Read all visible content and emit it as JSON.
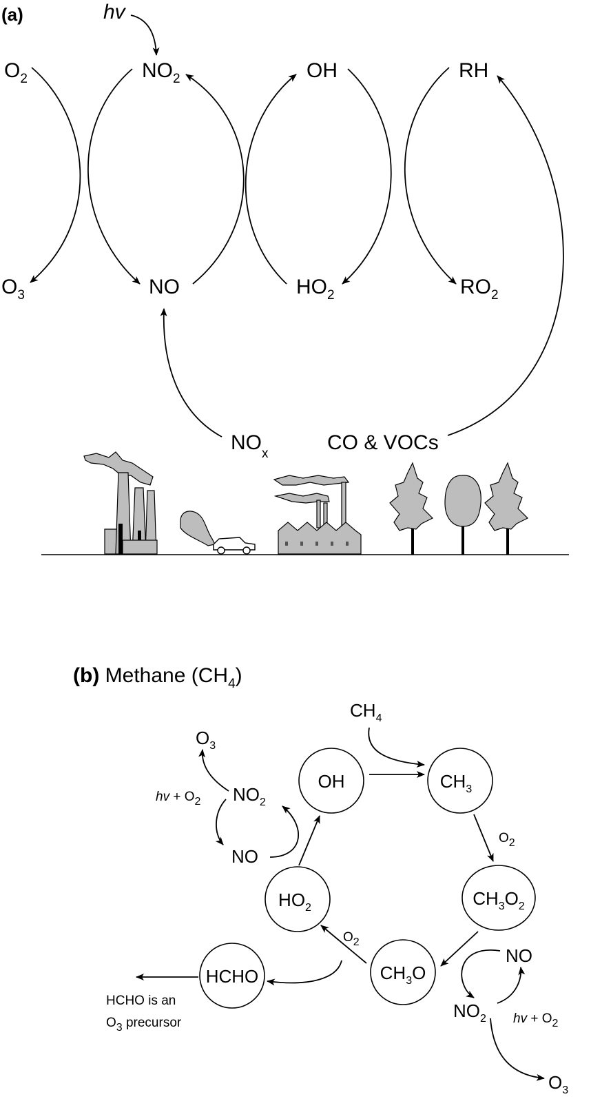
{
  "panel_a": {
    "label": "(a)",
    "hv": "hv",
    "species": {
      "o2": {
        "main": "O",
        "sub": "2"
      },
      "no2": {
        "main": "NO",
        "sub": "2"
      },
      "oh": {
        "main": "OH",
        "sub": ""
      },
      "rh": {
        "main": "RH",
        "sub": ""
      },
      "o3": {
        "main": "O",
        "sub": "3"
      },
      "no": {
        "main": "NO",
        "sub": ""
      },
      "ho2": {
        "main": "HO",
        "sub": "2"
      },
      "ro2": {
        "main": "RO",
        "sub": "2"
      }
    },
    "sources": {
      "nox": {
        "main": "NO",
        "sub": "x"
      },
      "co_vocs": "CO & VOCs"
    },
    "scene_icons": [
      "power-plant",
      "car-exhaust",
      "factory",
      "trees"
    ]
  },
  "panel_b": {
    "label": "(b)",
    "title": "Methane (CH",
    "title_sub": "4",
    "title_end": ")",
    "nodes": {
      "oh": {
        "main": "OH",
        "sub": "",
        "end": ""
      },
      "ch3": {
        "main": "CH",
        "sub": "3",
        "end": ""
      },
      "ch3o2": {
        "main": "CH",
        "sub": "3",
        "end": "O",
        "sub2": "2"
      },
      "ch3o": {
        "main": "CH",
        "sub": "3",
        "end": "O"
      },
      "ho2": {
        "main": "HO",
        "sub": "2",
        "end": ""
      },
      "hcho": {
        "main": "HCHO",
        "sub": "",
        "end": ""
      }
    },
    "ch4_input": {
      "main": "CH",
      "sub": "4"
    },
    "o2_labels": {
      "main": "O",
      "sub": "2"
    },
    "left_cycle": {
      "o3": {
        "main": "O",
        "sub": "3"
      },
      "no2": {
        "main": "NO",
        "sub": "2"
      },
      "no": {
        "main": "NO"
      },
      "hv": "hv",
      "plus_o2": " + O",
      "plus_o2_sub": "2"
    },
    "right_cycle": {
      "no": {
        "main": "NO"
      },
      "no2": {
        "main": "NO",
        "sub": "2"
      },
      "o3": {
        "main": "O",
        "sub": "3"
      },
      "hv": "hv",
      "plus_o2": " + O",
      "plus_o2_sub": "2"
    },
    "hcho_note_line1": "HCHO is an",
    "hcho_note_line2_main": "O",
    "hcho_note_line2_sub": "3",
    "hcho_note_line2_end": " precursor"
  }
}
